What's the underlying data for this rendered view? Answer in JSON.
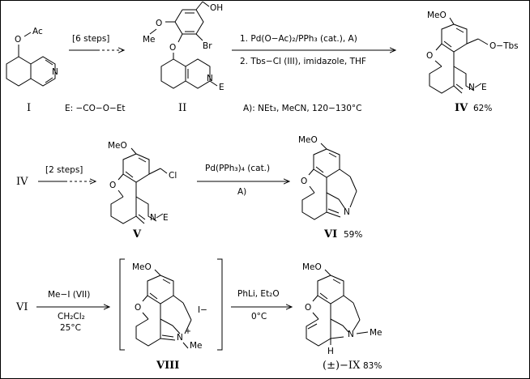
{
  "compounds": {
    "I": {
      "label": "I"
    },
    "II": {
      "label": "II"
    },
    "IV": {
      "label": "IV",
      "yield": "62%"
    },
    "IV_start": {
      "label": "IV"
    },
    "V": {
      "label": "V"
    },
    "VI": {
      "label": "VI",
      "yield": "59%"
    },
    "VI_start": {
      "label": "VI"
    },
    "VIII": {
      "label": "VIII"
    },
    "IX": {
      "label": "(±)−IX",
      "yield": "83%"
    }
  },
  "groups": {
    "OAc": "O",
    "Ac": "Ac",
    "MeO": "MeO",
    "Me": "Me",
    "OH": "OH",
    "Br": "Br",
    "E": "E",
    "O": "O",
    "N": "N",
    "OTbs": "O−Tbs",
    "Cl": "Cl",
    "H": "H",
    "iodide": "I−",
    "plus": "+"
  },
  "legend": {
    "E_def": "E: −CO−O−Et"
  },
  "reactions": {
    "r1": {
      "above": "[6 steps]"
    },
    "r2": {
      "line1": "1. Pd(O−Ac)₂/PPh₃ (cat.),  A)",
      "line2": "2. Tbs−Cl (III), imidazole, THF",
      "conditions_A": "A): NEt₃, MeCN, 120−130°C"
    },
    "r3": {
      "above": "[2 steps]"
    },
    "r4": {
      "above": "Pd(PPh₃)₄ (cat.)",
      "below": "A)"
    },
    "r5": {
      "above": "Me−I  (VII)",
      "below1": "CH₂Cl₂",
      "below2": "25°C"
    },
    "r6": {
      "above": "PhLi, Et₂O",
      "below": "0°C"
    }
  }
}
